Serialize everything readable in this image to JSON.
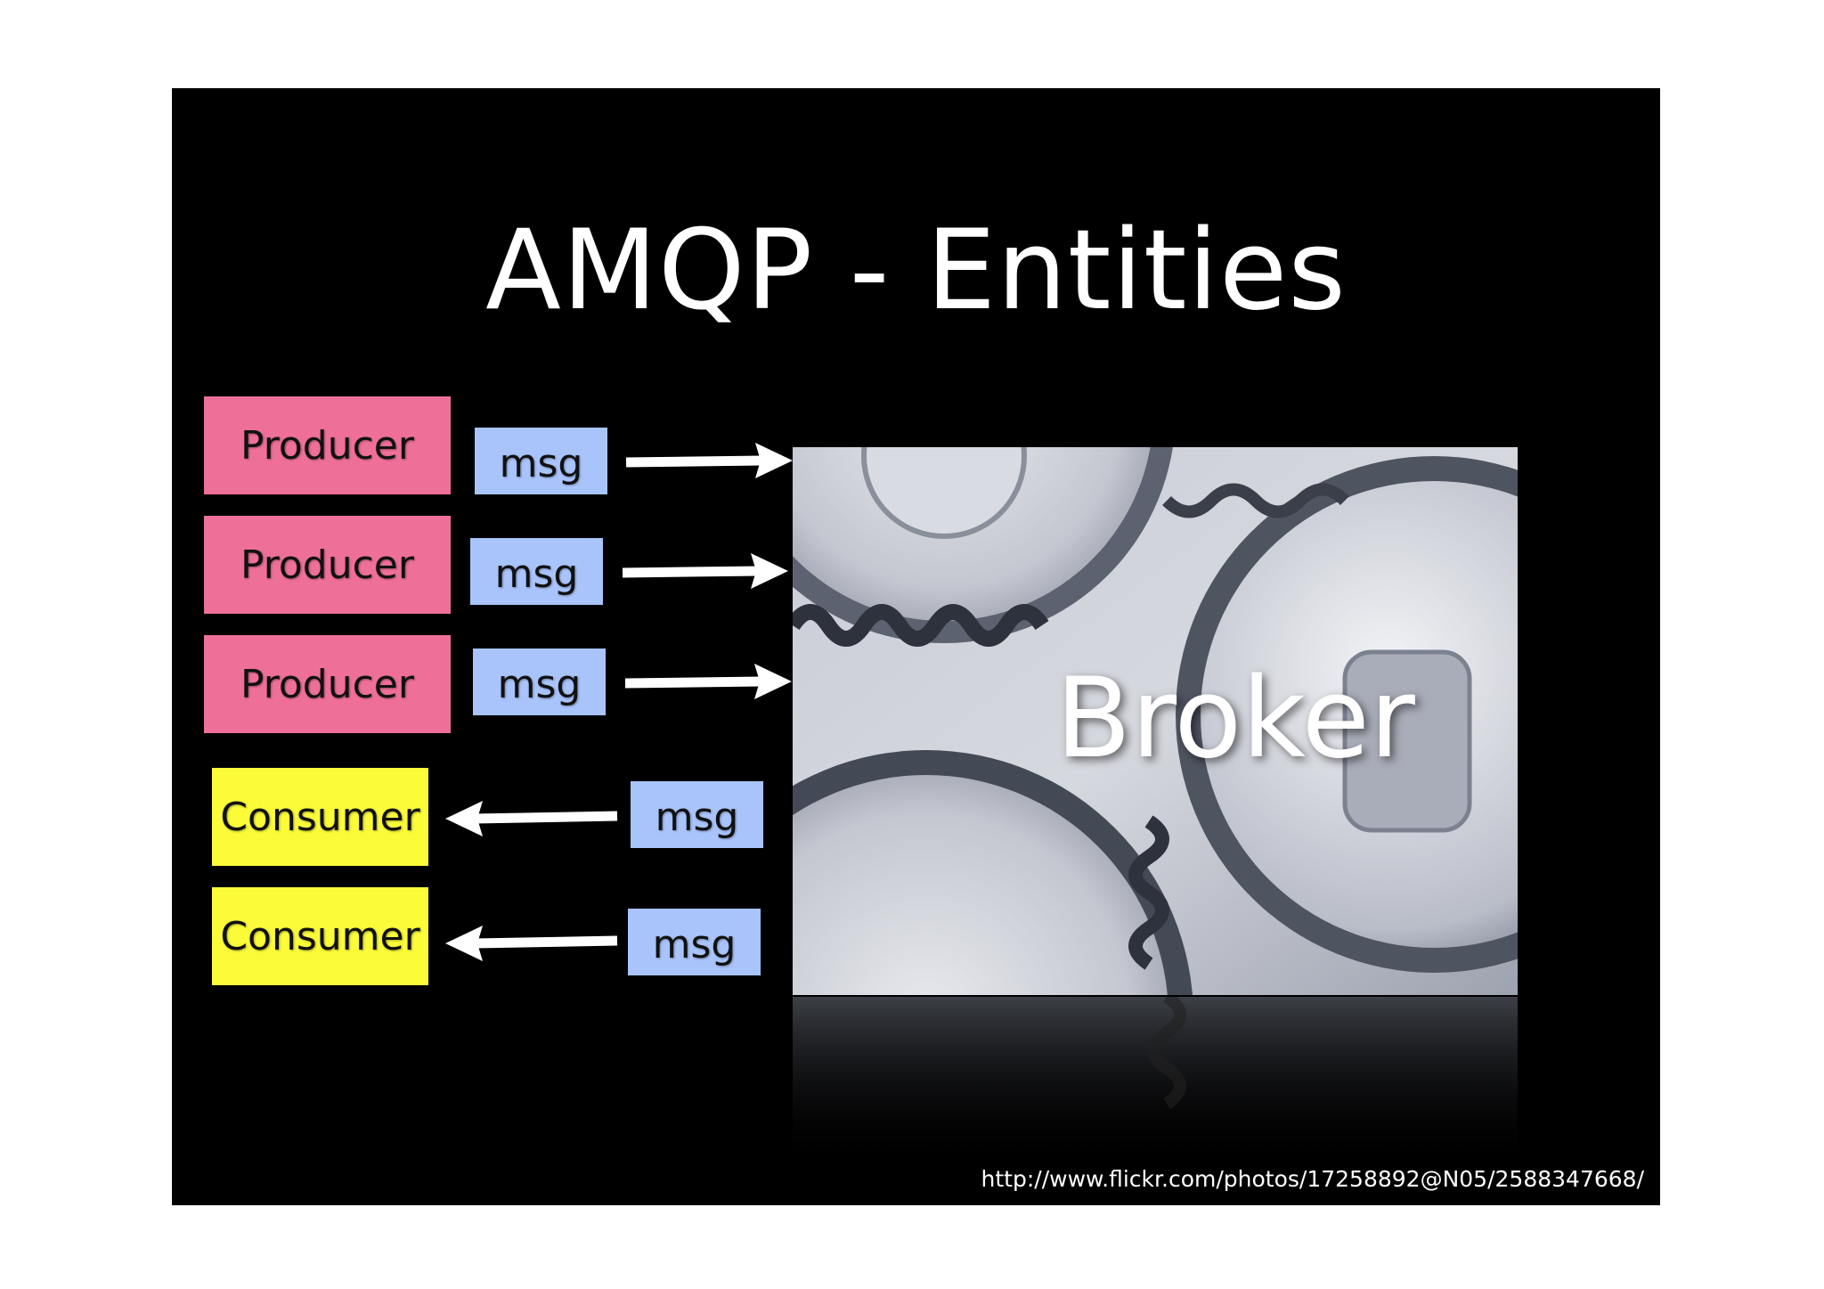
{
  "slide": {
    "title": "AMQP - Entities",
    "producers": [
      {
        "label": "Producer"
      },
      {
        "label": "Producer"
      },
      {
        "label": "Producer"
      }
    ],
    "consumers": [
      {
        "label": "Consumer"
      },
      {
        "label": "Consumer"
      }
    ],
    "producer_msgs": [
      {
        "label": "msg"
      },
      {
        "label": "msg"
      },
      {
        "label": "msg"
      }
    ],
    "consumer_msgs": [
      {
        "label": "msg"
      },
      {
        "label": "msg"
      }
    ],
    "broker": {
      "label": "Broker"
    },
    "credit": "http://www.flickr.com/photos/17258892@N05/2588347668/"
  },
  "colors": {
    "slide_background": "#000000",
    "producer": "#ee7099",
    "consumer": "#fbfb3a",
    "msg": "#a9c4fb",
    "text_light": "#ffffff"
  },
  "icons": [
    "right-arrow-icon",
    "left-arrow-icon",
    "gears-image"
  ]
}
